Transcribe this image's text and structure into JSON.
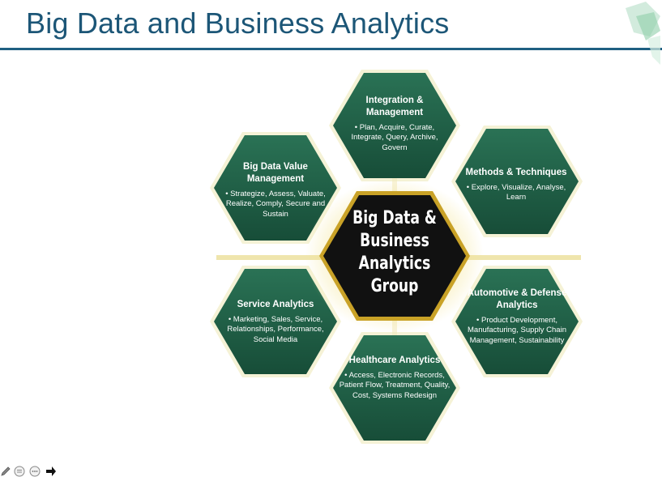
{
  "slide": {
    "title": "Big Data and Business Analytics"
  },
  "center": {
    "lines": [
      "Big Data &",
      "Business",
      "Analytics",
      "Group"
    ]
  },
  "hexagons": [
    {
      "title": "Integration & Management",
      "body": "• Plan, Acquire, Curate, Integrate, Query, Archive, Govern"
    },
    {
      "title": "Methods & Techniques",
      "body": "• Explore, Visualize, Analyse, Learn"
    },
    {
      "title": "Automotive & Defense Analytics",
      "body": "• Product Development, Manufacturing, Supply Chain Management, Sustainability"
    },
    {
      "title": "Healthcare Analytics",
      "body": "• Access, Electronic Records, Patient Flow, Treatment, Quality, Cost, Systems Redesign"
    },
    {
      "title": "Service Analytics",
      "body": "• Marketing, Sales, Service, Relationships, Performance, Social Media"
    },
    {
      "title": "Big Data Value Management",
      "body": "• Strategize, Assess, Valuate, Realize, Comply, Secure and Sustain"
    }
  ],
  "colors": {
    "title": "#1c5677",
    "hex_fill": "#1d5c44",
    "hex_border": "#e9e4b0",
    "center_fill": "#111111",
    "center_border": "#c9a227"
  },
  "toolbar": {
    "icons": [
      "pen-icon",
      "notes-icon",
      "more-icon",
      "next-arrow-icon"
    ]
  }
}
